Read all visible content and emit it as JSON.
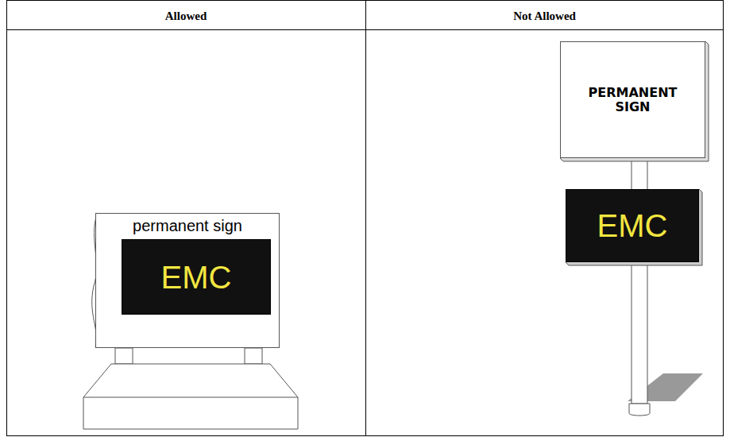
{
  "diagram": {
    "nodes": [
      {
        "text": [
          "permanent sign"
        ]
      },
      {
        "text": [
          "EMC"
        ],
        "in": 0
      },
      {
        "text": [
          "PERMANENT SIGN"
        ]
      },
      {
        "text": [
          "EMC"
        ]
      }
    ],
    "labels": [
      "Allowed",
      "Not Allowed"
    ]
  }
}
